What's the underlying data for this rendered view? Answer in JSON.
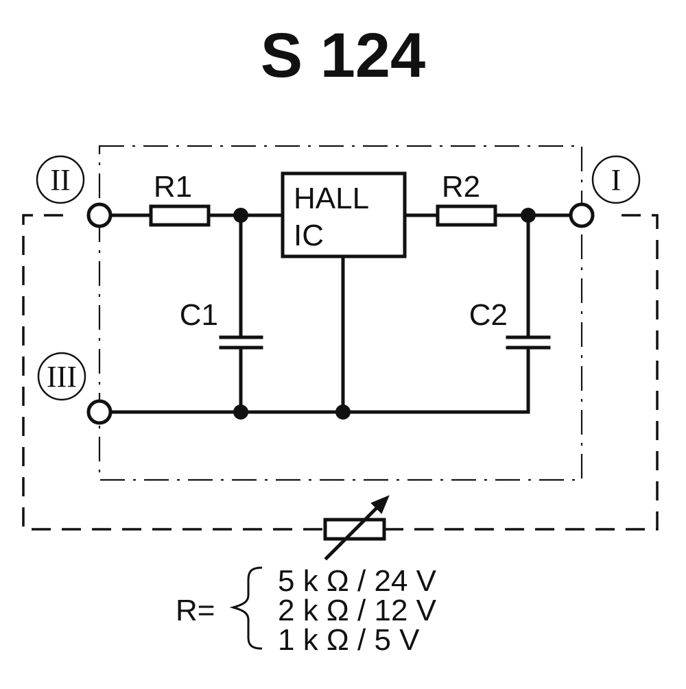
{
  "title": "S 124",
  "terminals": {
    "II": "II",
    "I": "I",
    "III": "III"
  },
  "components": {
    "r1": "R1",
    "r2": "R2",
    "c1": "C1",
    "c2": "C2",
    "hall_ic_line1": "HALL",
    "hall_ic_line2": "IC"
  },
  "resistor_table": {
    "label": "R=",
    "rows": [
      "5 k Ω / 24 V",
      "2 k Ω / 12 V",
      "1 k Ω / 5 V"
    ]
  }
}
